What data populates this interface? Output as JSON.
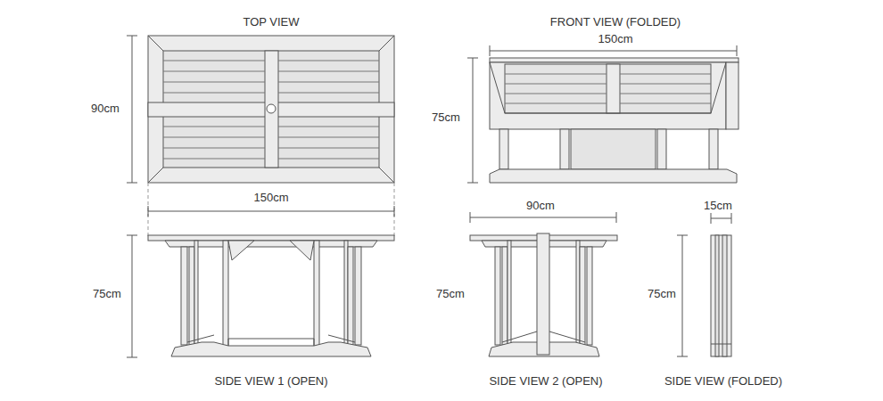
{
  "diagram": {
    "labels": [
      "TOP VIEW",
      "FRONT VIEW (FOLDED)",
      "150cm",
      "90cm",
      "75cm",
      "150cm",
      "90cm",
      "15cm",
      "75cm",
      "75cm",
      "75cm",
      "SIDE VIEW 1 (OPEN)",
      "SIDE VIEW 2 (OPEN)",
      "SIDE VIEW (FOLDED)"
    ]
  }
}
